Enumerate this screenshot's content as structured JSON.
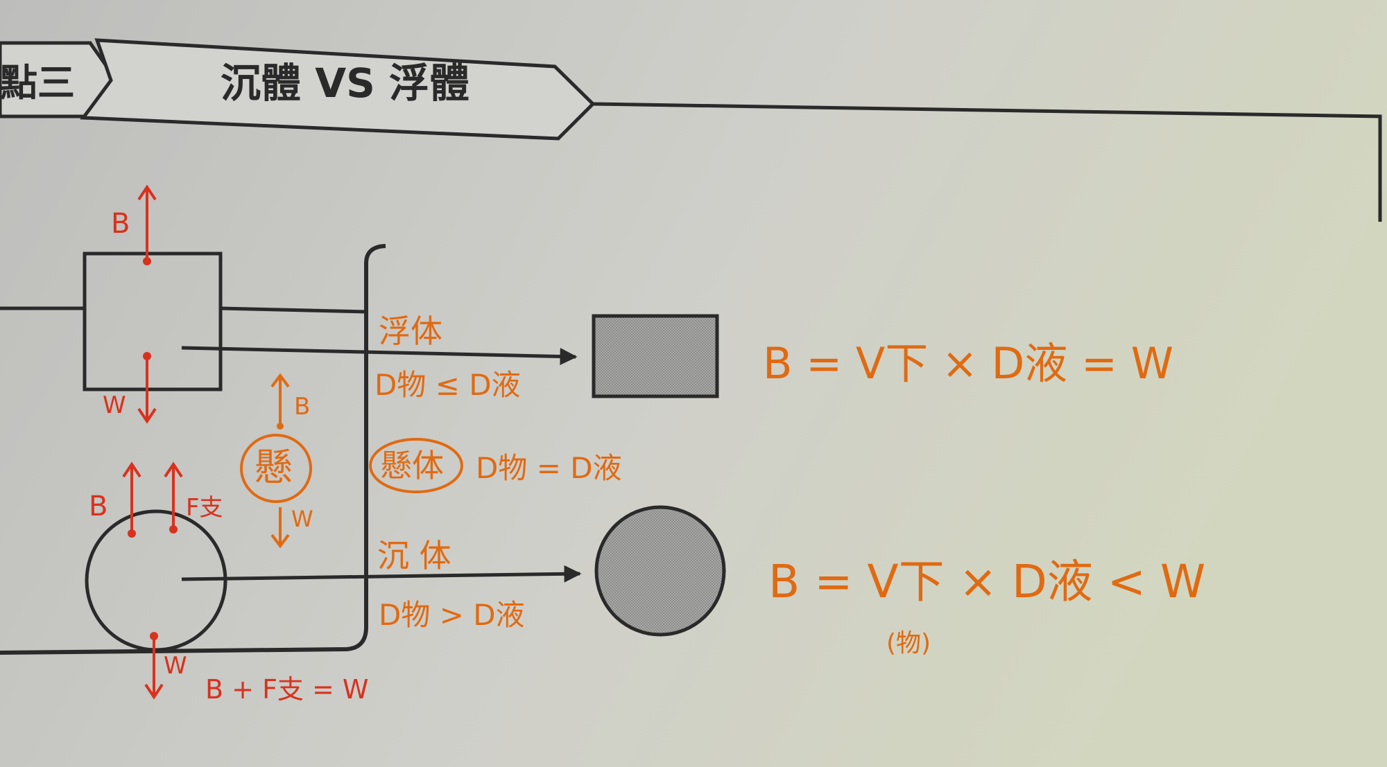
{
  "header": {
    "section_label": "點三",
    "title": "沉體 VS 浮體"
  },
  "diagram": {
    "upper_body": {
      "force_up": "B",
      "force_down": "W"
    },
    "lower_body": {
      "force_up": "B",
      "support_force": "F支",
      "force_down": "W",
      "balance_equation": "B + F支 = W"
    },
    "suspended_note": {
      "symbol": "懸",
      "force_up": "B",
      "force_down": "W"
    },
    "floating": {
      "label": "浮体",
      "condition": "D物 ≤ D液",
      "equation": "B = V下 × D液 = W"
    },
    "suspended": {
      "label": "懸体",
      "condition": "D物 = D液"
    },
    "sinking": {
      "label": "沉 体",
      "condition": "D物 > D液",
      "equation": "B = V下 × D液 < W",
      "equation_note": "(物)"
    }
  },
  "colors": {
    "paper": "#c9c9c4",
    "ink": "#2a2a2a",
    "handwriting_orange": "#e06a12",
    "handwriting_red": "#d8321e",
    "shape_fill": "#9a9a98"
  }
}
